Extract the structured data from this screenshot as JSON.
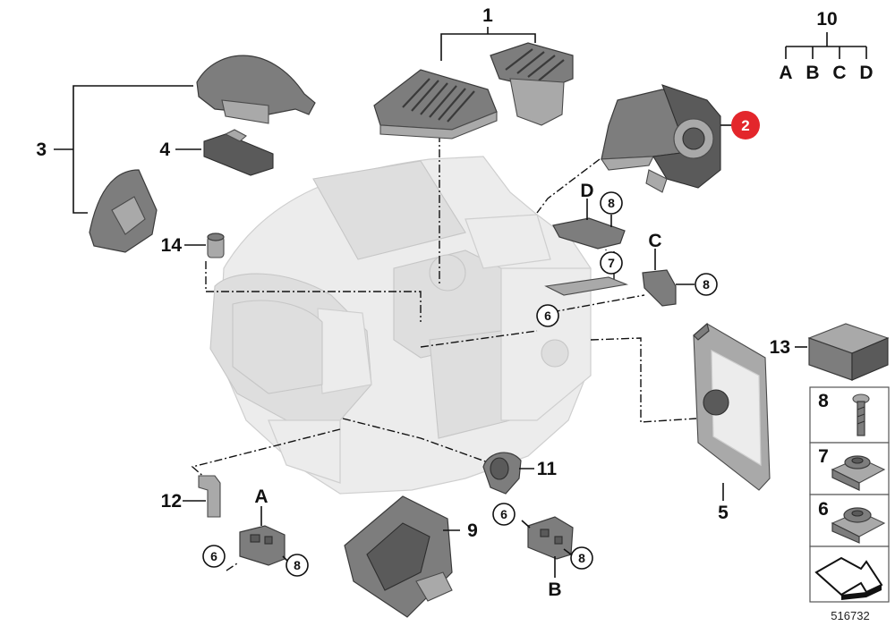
{
  "callouts": {
    "c1": "1",
    "c3": "3",
    "c4": "4",
    "c5": "5",
    "c9": "9",
    "c10": "10",
    "c11": "11",
    "c12": "12",
    "c13": "13",
    "c14": "14",
    "c2_highlight": "2",
    "c6a": "6",
    "c6b": "6",
    "c6c": "6",
    "c7": "7",
    "c8a": "8",
    "c8b": "8",
    "c8c": "8",
    "c8d": "8",
    "letterA": "A",
    "letterB": "B",
    "letterC": "C",
    "letterD": "D"
  },
  "variants": {
    "a": "A",
    "b": "B",
    "c": "C",
    "d": "D"
  },
  "legend": {
    "item8": "8",
    "item7": "7",
    "item6": "6"
  },
  "reference_number": "516732",
  "colors": {
    "highlight": "#e3262b",
    "ghost": "#ececec",
    "part": "#7d7d7d"
  }
}
